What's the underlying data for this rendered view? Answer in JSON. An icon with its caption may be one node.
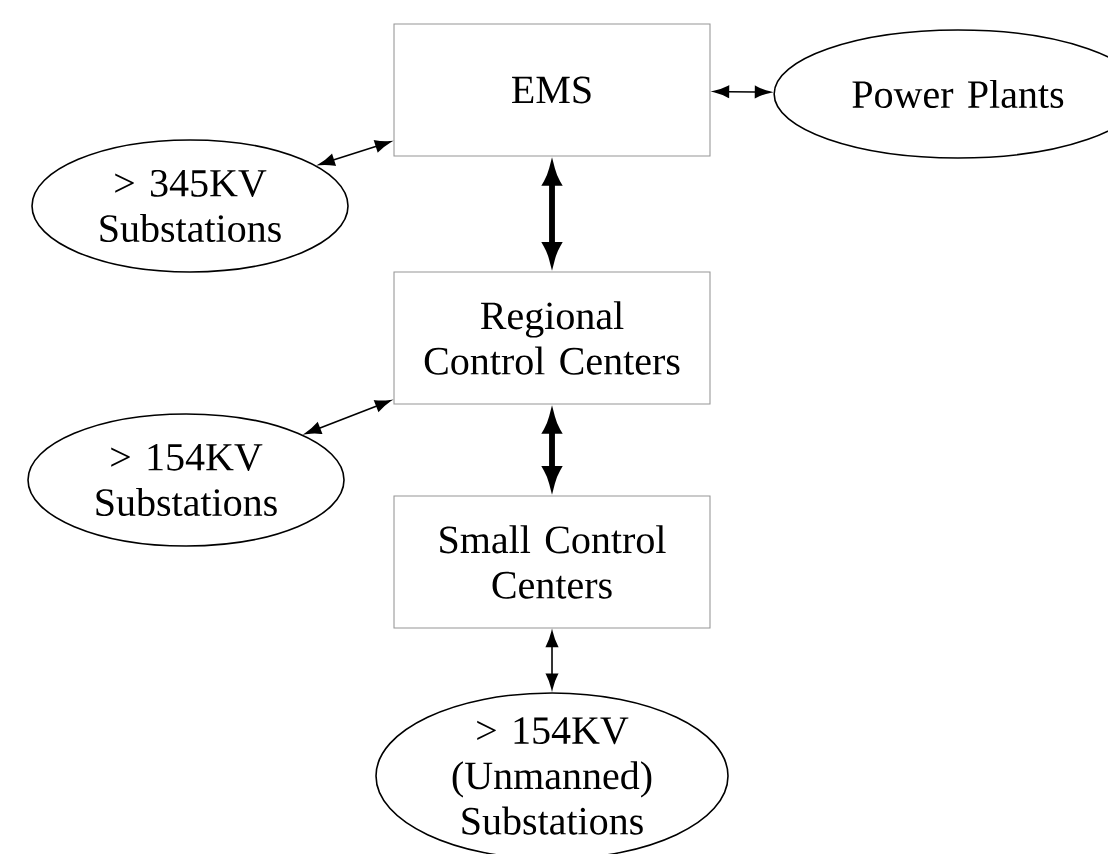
{
  "diagram": {
    "nodes": [
      {
        "text": [
          "EMS"
        ]
      },
      {
        "text": [
          "Power Plants"
        ]
      },
      {
        "text": [
          "> 345KV Substations"
        ]
      },
      {
        "text": [
          "Regional Control Centers"
        ]
      },
      {
        "text": [
          "> 154KV Substations"
        ]
      },
      {
        "text": [
          "Small Control Centers"
        ]
      },
      {
        "text": [
          "> 154KV (Unmanned) Substations"
        ]
      }
    ],
    "edges": [
      {
        "from": 2,
        "to": 0,
        "arrow": "both"
      },
      {
        "from": 0,
        "to": 1,
        "arrow": "both"
      },
      {
        "from": 0,
        "to": 3,
        "arrow": "both",
        "style": "thick"
      },
      {
        "from": 4,
        "to": 3,
        "arrow": "both"
      },
      {
        "from": 3,
        "to": 5,
        "arrow": "both",
        "style": "thick"
      },
      {
        "from": 5,
        "to": 6,
        "arrow": "both"
      }
    ]
  }
}
